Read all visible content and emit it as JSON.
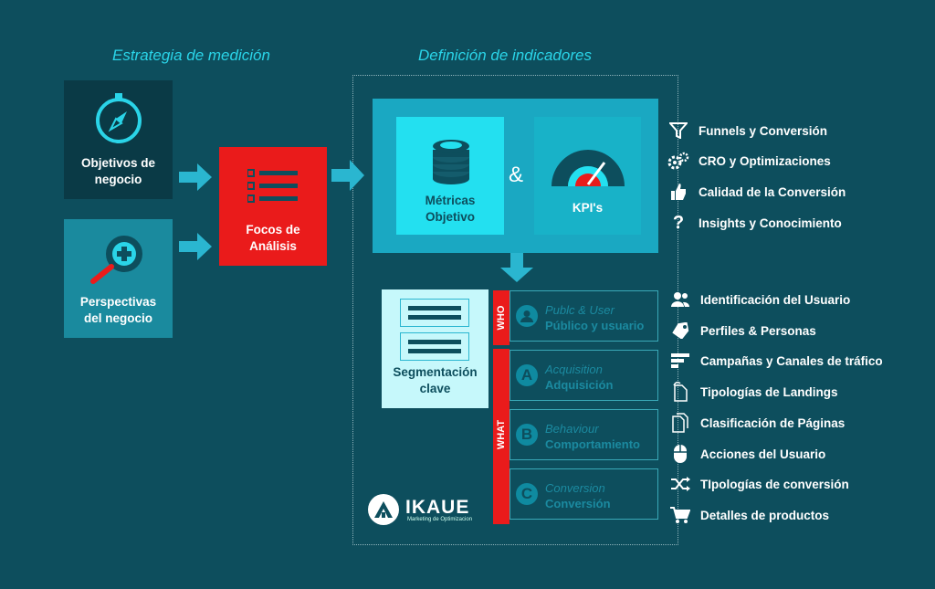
{
  "headings": {
    "left": "Estrategia de medición",
    "right": "Definición de indicadores"
  },
  "boxes": {
    "objetivos": "Objetivos de negocio",
    "perspectivas": "Perspectivas del negocio",
    "focos": "Focos de Análisis",
    "metricas": "Métricas Objetivo",
    "kpis": "KPI's",
    "ampersand": "&",
    "segmentacion": "Segmentación clave"
  },
  "segmentation": {
    "who_label": "WHO",
    "what_label": "WHAT",
    "rows": [
      {
        "letter": "",
        "en": "Publc & User",
        "es": "Público y usuario"
      },
      {
        "letter": "A",
        "en": "Acquisition",
        "es": "Adquisición"
      },
      {
        "letter": "B",
        "en": "Behaviour",
        "es": "Comportamiento"
      },
      {
        "letter": "C",
        "en": "Conversion",
        "es": "Conversión"
      }
    ]
  },
  "kpi_list": [
    {
      "icon": "funnel-icon",
      "label": "Funnels y Conversión"
    },
    {
      "icon": "gears-icon",
      "label": "CRO y Optimizaciones"
    },
    {
      "icon": "thumbs-up-icon",
      "label": "Calidad de la Conversión"
    },
    {
      "icon": "question-icon",
      "label": "Insights y Conocimiento"
    }
  ],
  "segment_list": [
    {
      "icon": "users-icon",
      "label": "Identificación del Usuario"
    },
    {
      "icon": "tag-icon",
      "label": "Perfiles & Personas"
    },
    {
      "icon": "bars-icon",
      "label": "Campañas y Canales de tráfico"
    },
    {
      "icon": "landing-page-icon",
      "label": "Tipologías de Landings"
    },
    {
      "icon": "pages-icon",
      "label": "Clasificación de Páginas"
    },
    {
      "icon": "mouse-icon",
      "label": "Acciones del Usuario"
    },
    {
      "icon": "shuffle-icon",
      "label": "TIpologías de conversión"
    },
    {
      "icon": "cart-icon",
      "label": "Detalles de productos"
    }
  ],
  "logo": {
    "name": "IKAUE",
    "tagline": "Marketing de Optimizacion"
  },
  "colors": {
    "background": "#0d4e5d",
    "accent_cyan": "#2ad4e8",
    "red": "#ea1b1b"
  }
}
